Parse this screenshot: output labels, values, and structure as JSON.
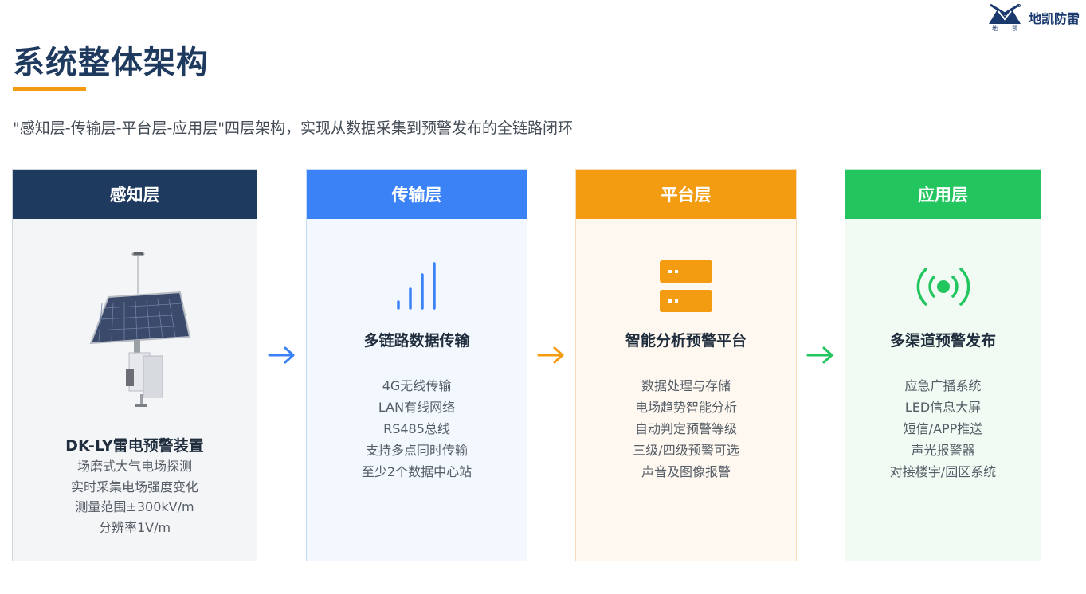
{
  "logo": {
    "text": "地凯防雷",
    "mark_text": "地 凯"
  },
  "page": {
    "title": "系统整体架构",
    "subtitle": "\"感知层-传输层-平台层-应用层\"四层架构，实现从数据采集到预警发布的全链路闭环",
    "accent_color": "#f39c12"
  },
  "layers": {
    "sense": {
      "header": "感知层",
      "color": "#1e3a5f",
      "device_title": "DK-LY雷电预警装置",
      "items": [
        "场磨式大气电场探测",
        "实时采集电场强度变化",
        "测量范围±300kV/m",
        "分辨率1V/m"
      ]
    },
    "transmission": {
      "header": "传输层",
      "color": "#3b82f6",
      "icon": "signal-bars-icon",
      "title": "多链路数据传输",
      "items": [
        "4G无线传输",
        "LAN有线网络",
        "RS485总线",
        "支持多点同时传输",
        "至少2个数据中心站"
      ]
    },
    "platform": {
      "header": "平台层",
      "color": "#f39c12",
      "icon": "server-icon",
      "title": "智能分析预警平台",
      "items": [
        "数据处理与存储",
        "电场趋势智能分析",
        "自动判定预警等级",
        "三级/四级预警可选",
        "声音及图像报警"
      ]
    },
    "application": {
      "header": "应用层",
      "color": "#22c55e",
      "icon": "broadcast-icon",
      "title": "多渠道预警发布",
      "items": [
        "应急广播系统",
        "LED信息大屏",
        "短信/APP推送",
        "声光报警器",
        "对接楼宇/园区系统"
      ]
    }
  }
}
